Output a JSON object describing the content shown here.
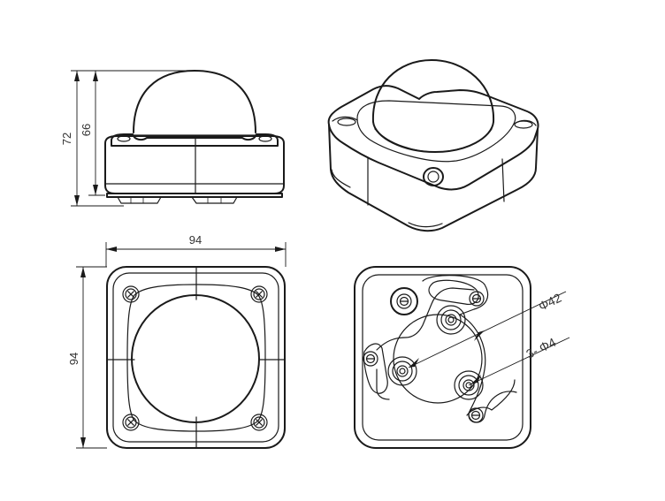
{
  "dimensions": {
    "total_height": "72",
    "body_height": "66",
    "top_width": "94",
    "top_depth": "94",
    "mount_circle": "Φ42",
    "mount_holes": "3- Φ4"
  },
  "colors": {
    "line": "#1a1a1a",
    "text": "#333333",
    "background": "#ffffff"
  },
  "icons": {
    "screw": "phillips-screw-icon"
  }
}
